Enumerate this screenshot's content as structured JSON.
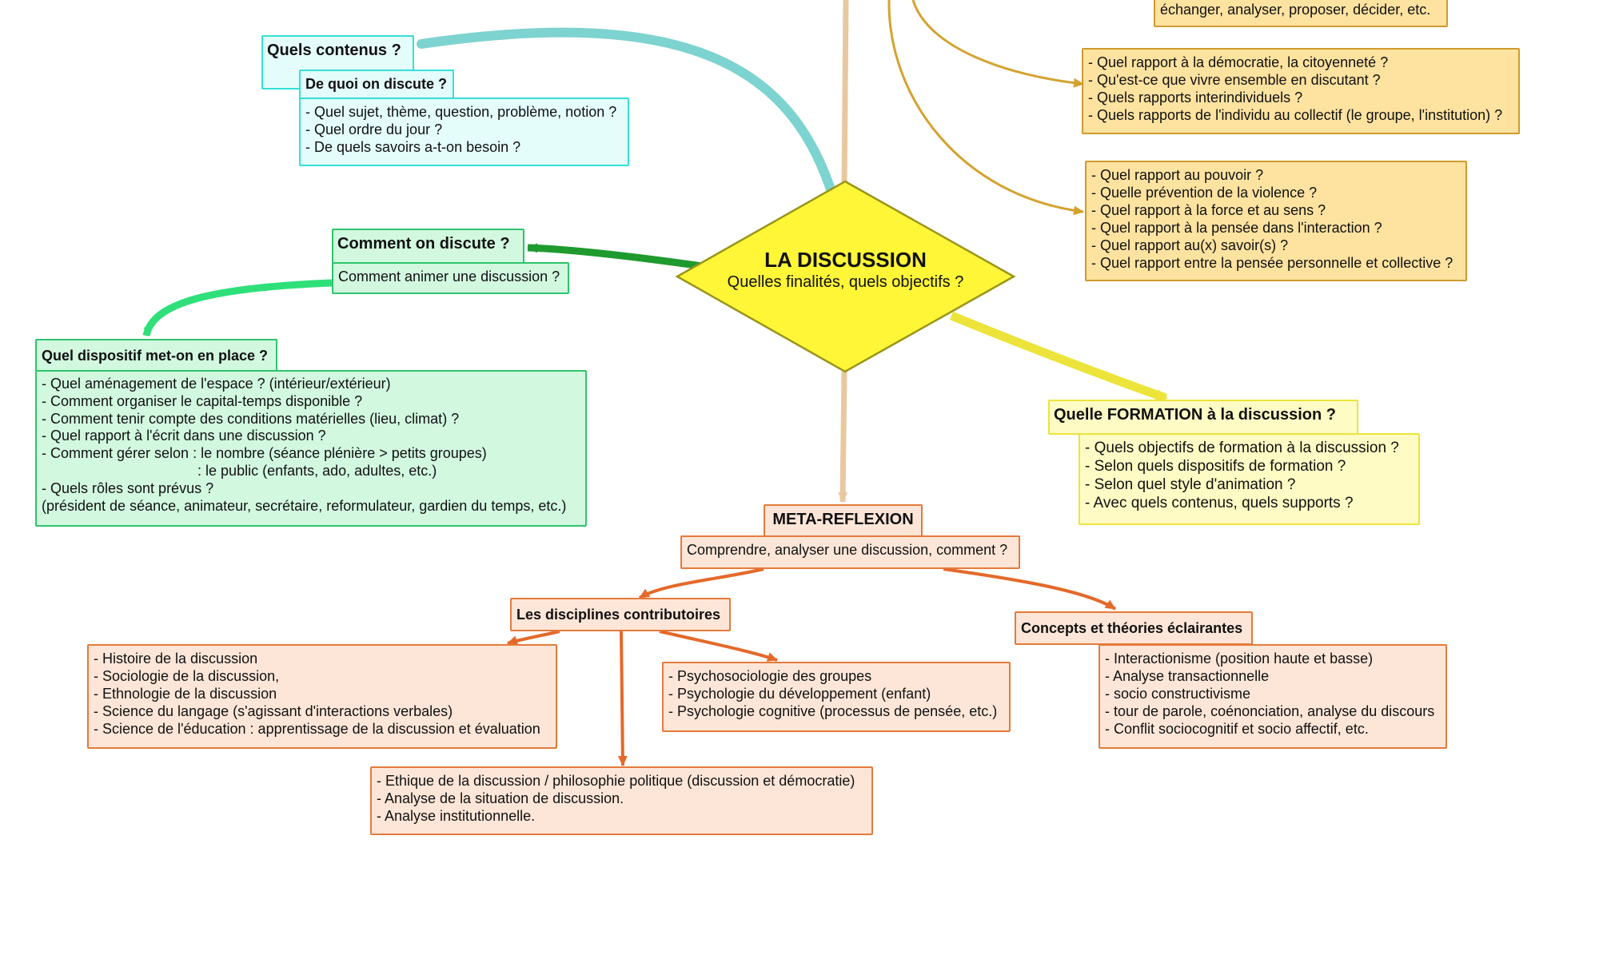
{
  "colors": {
    "center_fill": "#fff637",
    "center_border": "#9a9419",
    "cyan_branch": "#7dd3cf",
    "green_branch": "#1f9a2e",
    "green_light_branch": "#2fe07a",
    "gold_branch": "#d4a22f",
    "yellow_branch": "#ece43a",
    "beige_branch": "#e8c8a0",
    "orange_branch": "#e4692a"
  },
  "center": {
    "title": "LA DISCUSSION",
    "subtitle": "Quelles finalités, quels objectifs ?",
    "shape": "diamond"
  },
  "top_right": {
    "partial_text": "échanger, analyser, proposer, décider, etc.",
    "democracy_items": [
      "- Quel rapport à la démocratie, la citoyenneté ?",
      "- Qu'est-ce que vivre ensemble en discutant ?",
      "- Quels rapports interindividuels ?",
      "- Quels rapports de l'individu au collectif (le groupe, l'institution) ?"
    ],
    "power_items": [
      "- Quel rapport au pouvoir ?",
      "- Quelle prévention de la violence ?",
      "- Quel rapport à la force et au sens ?",
      "- Quel rapport à la pensée dans l'interaction ?",
      "- Quel rapport au(x) savoir(s) ?",
      "- Quel rapport entre la pensée personnelle et collective ?"
    ]
  },
  "contenus": {
    "title": "Quels contenus ?",
    "subtitle": "De quoi on discute ?",
    "items": [
      "- Quel sujet, thème, question, problème, notion ?",
      "- Quel ordre du jour ?",
      "- De quels savoirs a-t-on besoin ?"
    ]
  },
  "comment": {
    "title": "Comment on discute ?",
    "subtitle": "Comment animer une discussion ?"
  },
  "dispositif": {
    "title": "Quel dispositif met-on en place ?",
    "items": [
      "- Quel aménagement de l'espace ? (intérieur/extérieur)",
      "- Comment organiser le capital-temps disponible ?",
      "- Comment tenir compte des conditions matérielles (lieu, climat) ?",
      "- Quel rapport à l'écrit dans une discussion ?",
      "- Comment gérer selon : le nombre (séance plénière > petits groupes)",
      "                                       : le public (enfants, ado, adultes, etc.)",
      "- Quels rôles sont prévus ?",
      "(président de séance, animateur, secrétaire, reformulateur, gardien du temps, etc.)"
    ]
  },
  "formation": {
    "title": "Quelle FORMATION à la discussion ?",
    "items": [
      "- Quels objectifs de formation à la discussion ?",
      "- Selon quels dispositifs de formation ?",
      "- Selon quel style d'animation ?",
      "- Avec quels contenus, quels supports ?"
    ]
  },
  "meta": {
    "title": "META-REFLEXION",
    "subtitle": "Comprendre, analyser une discussion, comment ?",
    "disciplines_title": "Les disciplines contributoires",
    "concepts_title": "Concepts et théories éclairantes",
    "history_items": [
      "- Histoire de la discussion",
      "- Sociologie de la discussion,",
      "- Ethnologie de la discussion",
      "- Science du langage (s'agissant d'interactions verbales)",
      "- Science de l'éducation : apprentissage de la discussion et évaluation"
    ],
    "psycho_items": [
      "- Psychosociologie des groupes",
      "- Psychologie du développement (enfant)",
      "- Psychologie cognitive (processus de pensée, etc.)"
    ],
    "ethics_items": [
      "- Ethique de la discussion / philosophie politique (discussion et démocratie)",
      "- Analyse de la situation de discussion.",
      "- Analyse institutionnelle."
    ],
    "concepts_items": [
      "- Interactionisme (position haute et basse)",
      "- Analyse transactionnelle",
      "- socio constructivisme",
      "- tour de parole, coénonciation, analyse du discours",
      "- Conflit sociocognitif et socio affectif, etc."
    ]
  }
}
